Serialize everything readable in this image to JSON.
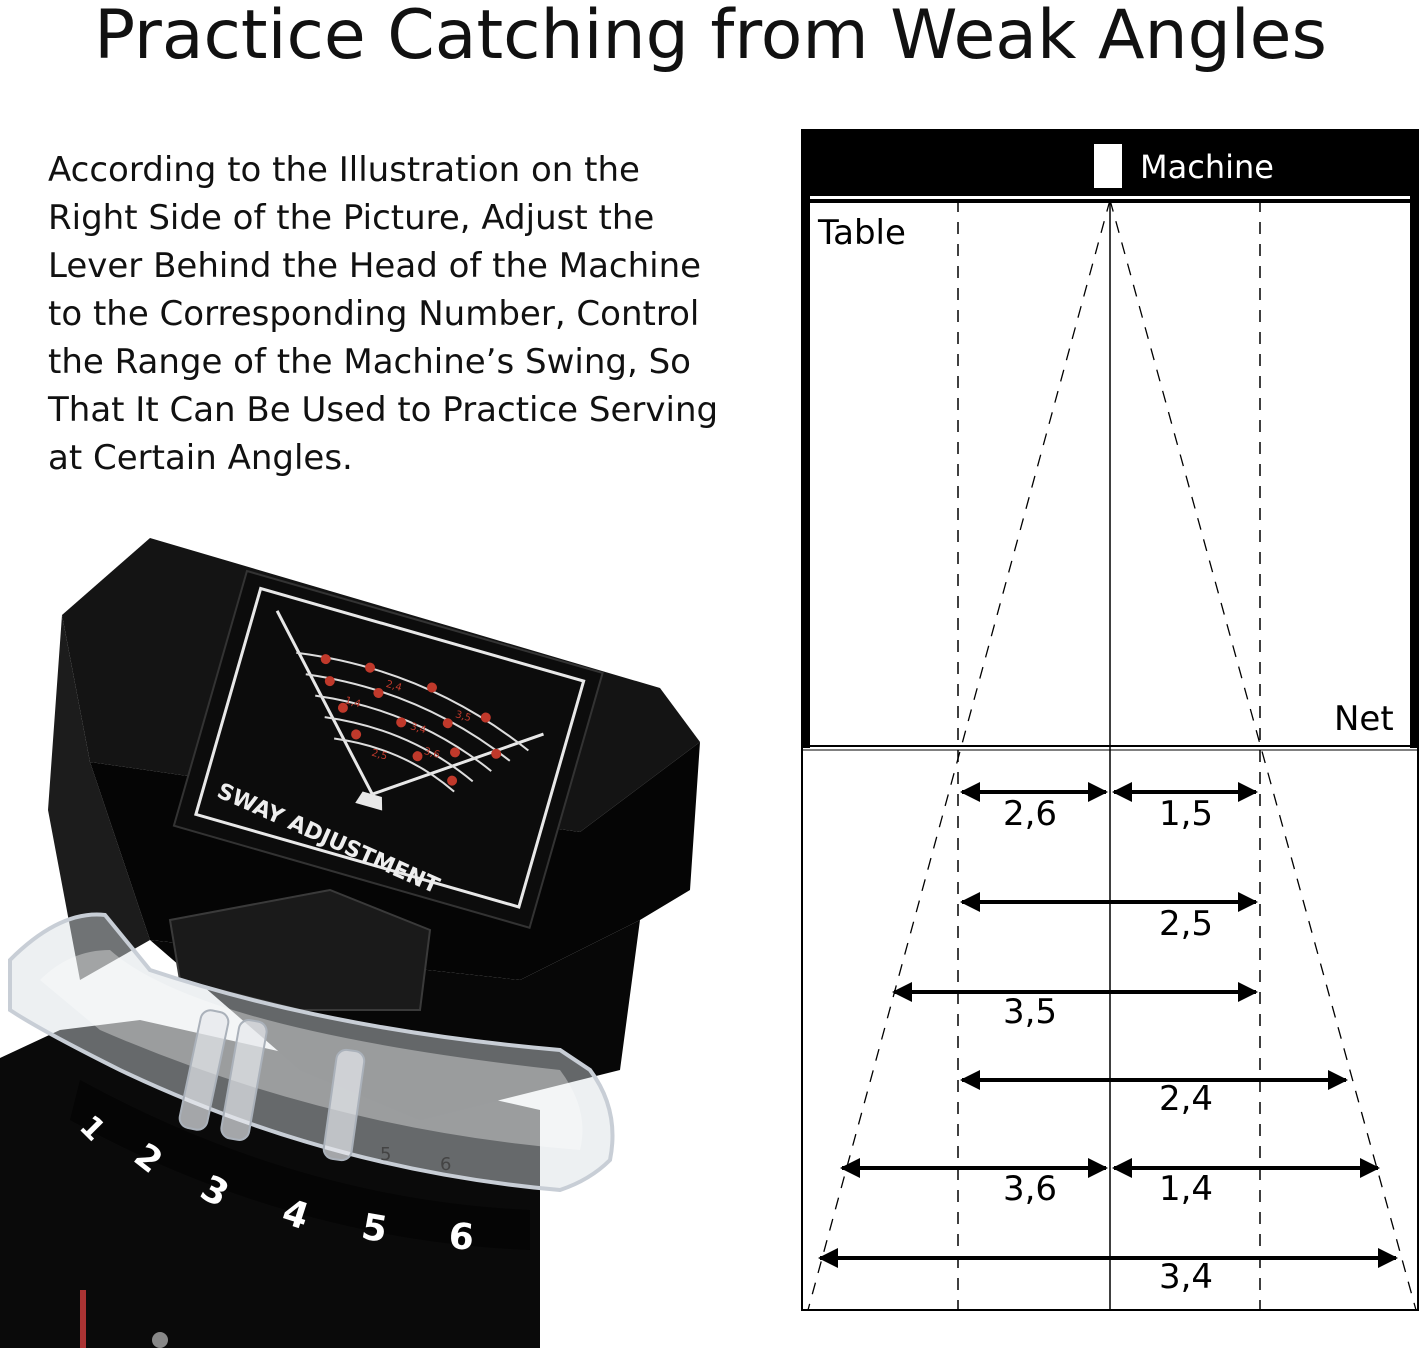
{
  "title": "Practice Catching from Weak Angles",
  "description_lines": [
    "According to the Illustration on the",
    "Right Side of the Picture, Adjust the",
    "Lever Behind the Head of the Machine",
    "to the Corresponding Number, Control",
    "the Range of the Machine’s Swing, So",
    "That It Can Be Used to Practice Serving",
    "at Certain Angles."
  ],
  "photo": {
    "panel_label": "SWAY ADJUSTMENT",
    "dial_numbers": [
      "1",
      "2",
      "3",
      "4",
      "5",
      "6"
    ],
    "small_numbers": [
      "5",
      "6"
    ],
    "panel_labels": [
      "2,4",
      "3,5",
      "1,4",
      "3,4",
      "3,6",
      "2,5"
    ]
  },
  "diagram": {
    "machine_label": "Machine",
    "table_label": "Table",
    "net_label": "Net",
    "ranges": [
      {
        "label": "2,6"
      },
      {
        "label": "1,5"
      },
      {
        "label": "2,5"
      },
      {
        "label": "3,5"
      },
      {
        "label": "2,4"
      },
      {
        "label": "3,6"
      },
      {
        "label": "1,4"
      },
      {
        "label": "3,4"
      }
    ]
  }
}
